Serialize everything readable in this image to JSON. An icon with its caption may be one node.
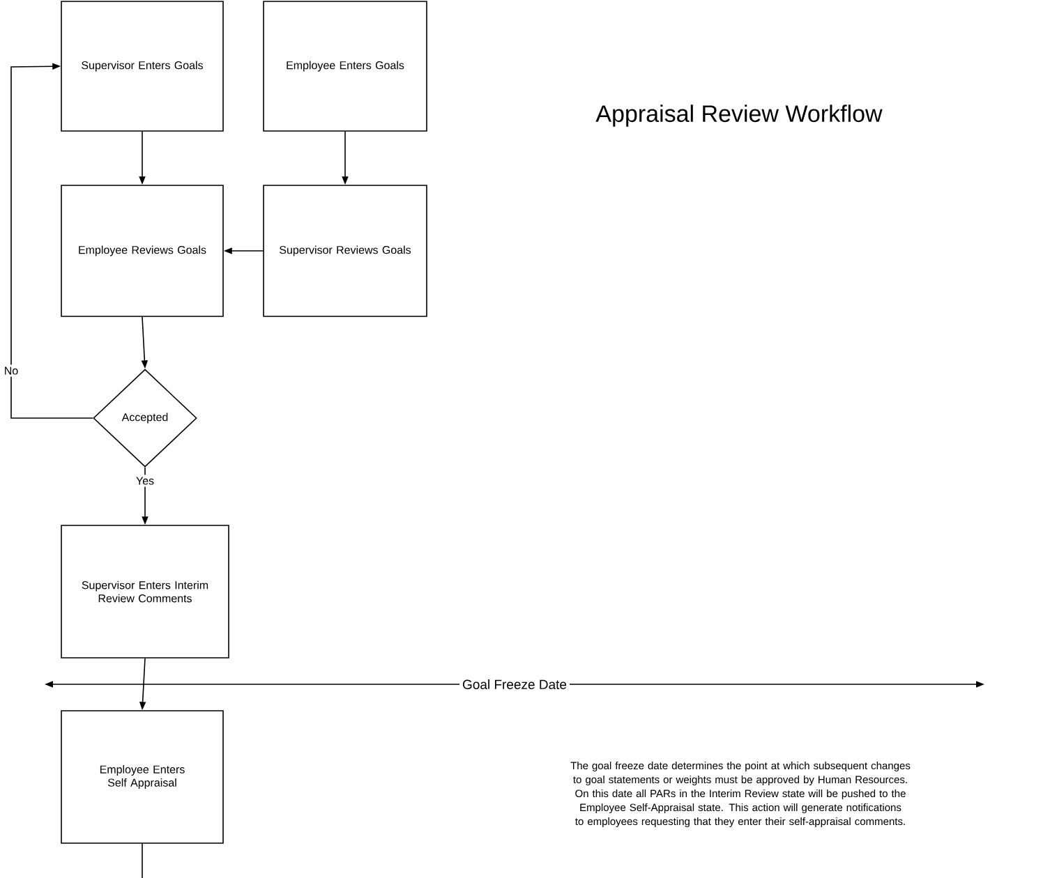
{
  "diagram": {
    "title": "Appraisal Review Workflow",
    "nodes": [
      {
        "text": [
          "Supervisor Enters Goals"
        ]
      },
      {
        "text": [
          "Employee Enters Goals"
        ]
      },
      {
        "text": [
          "Employee Reviews Goals"
        ]
      },
      {
        "text": [
          "Supervisor Reviews Goals"
        ]
      },
      {
        "text": [
          "Accepted"
        ]
      },
      {
        "text": [
          "Supervisor Enters Interim Review Comments"
        ]
      },
      {
        "text": [
          "Employee Enters Self Appraisal"
        ]
      }
    ],
    "edges": [
      {
        "from": 0,
        "to": 2,
        "arrow": "to"
      },
      {
        "from": 1,
        "to": 3,
        "arrow": "to"
      },
      {
        "from": 3,
        "to": 2,
        "arrow": "to"
      },
      {
        "from": 2,
        "to": 4,
        "arrow": "to"
      },
      {
        "from": 4,
        "to": 0,
        "arrow": "to",
        "label": "No"
      },
      {
        "from": 4,
        "to": 5,
        "arrow": "to",
        "label": "Yes"
      },
      {
        "from": 5,
        "to": 6,
        "arrow": "to"
      },
      {
        "from": 6,
        "to": null,
        "arrow": "none"
      }
    ],
    "labels": [
      "Goal Freeze Date",
      "The goal freeze date determines the point at which subsequent changes to goal statements or weights must be approved by Human Resources.  On this date all PARs in the Interim Review state will be pushed to the Employee Self-Appraisal state.  This action will generate notifications to employees requesting that they enter their self-appraisal comments."
    ]
  }
}
